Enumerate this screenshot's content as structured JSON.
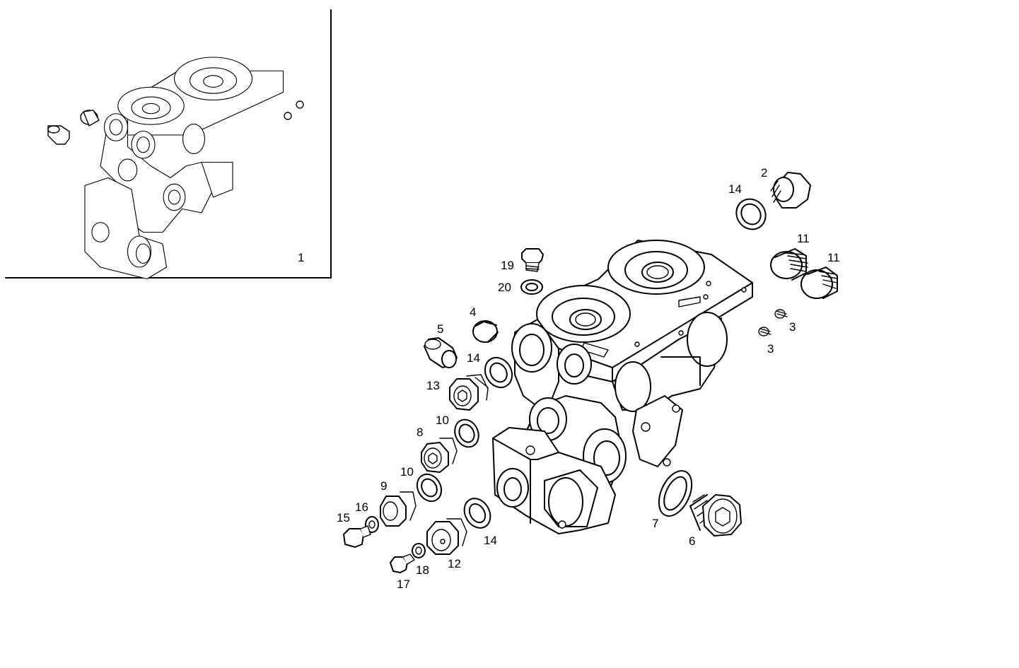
{
  "inset": {
    "label": "1"
  },
  "labels": {
    "p2": "2",
    "p3a": "3",
    "p3b": "3",
    "p4": "4",
    "p5": "5",
    "p6": "6",
    "p7": "7",
    "p8": "8",
    "p9": "9",
    "p10a": "10",
    "p10b": "10",
    "p11a": "11",
    "p11b": "11",
    "p12": "12",
    "p13": "13",
    "p14a": "14",
    "p14b": "14",
    "p14c": "14",
    "p15": "15",
    "p16": "16",
    "p17": "17",
    "p18": "18",
    "p19": "19",
    "p20": "20"
  }
}
